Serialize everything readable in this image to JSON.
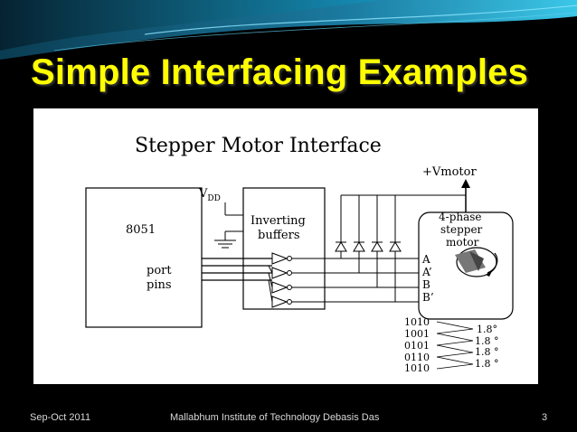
{
  "slide": {
    "title": "Simple Interfacing Examples"
  },
  "diagram": {
    "heading": "Stepper Motor Interface",
    "vmotor": "+Vmotor",
    "vdd_main": "V",
    "vdd_sub": "DD",
    "mcu": "8051",
    "port_line1": "port",
    "port_line2": "pins",
    "buffer_line1": "Inverting",
    "buffer_line2": "buffers",
    "motor_line1": "4-phase",
    "motor_line2": "stepper",
    "motor_line3": "motor",
    "phases": [
      "A",
      "A’",
      "B",
      "B’"
    ],
    "sequence": [
      "1010",
      "1001",
      "0101",
      "0110",
      "1010"
    ],
    "step_angles": [
      "1.8°",
      "1.8 °",
      "1.8 °",
      "1.8 °"
    ]
  },
  "footer": {
    "date": "Sep-Oct 2011",
    "institute": "Mallabhum Institute of Technology",
    "author": "Debasis Das",
    "page": "3"
  },
  "colors": {
    "background": "#000000",
    "title": "#ffff00",
    "accent": "#1aa0c8"
  }
}
